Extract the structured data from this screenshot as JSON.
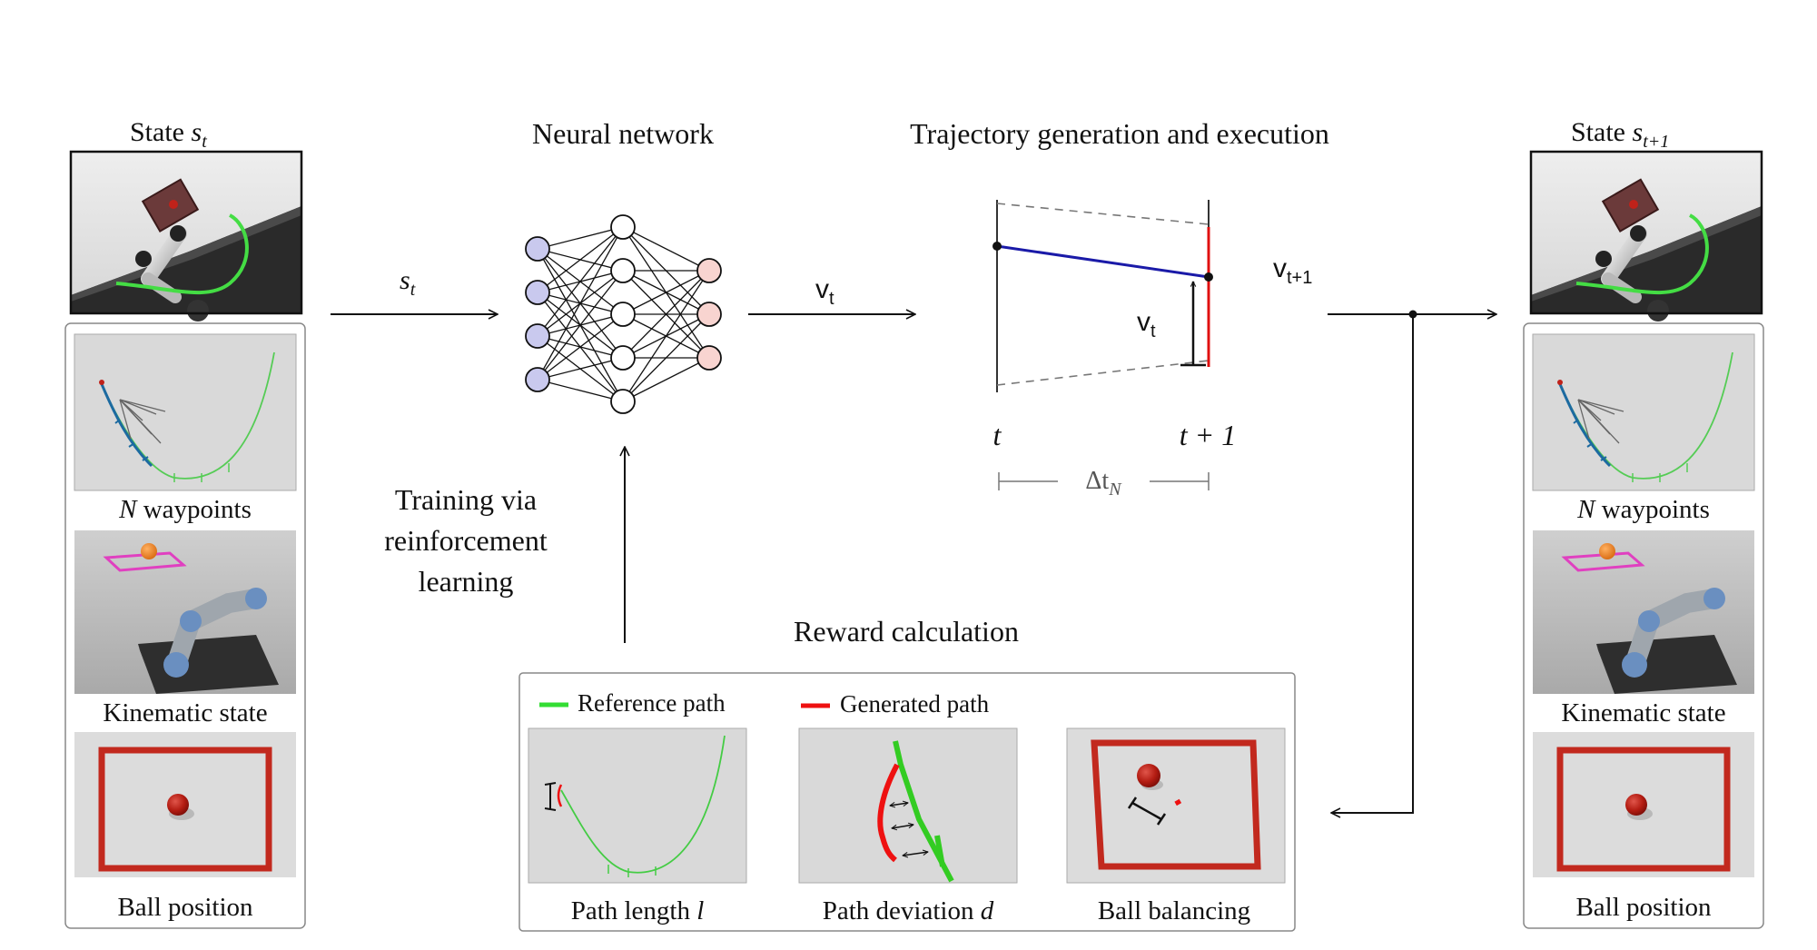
{
  "left_state": {
    "title": "State",
    "title_var": "s",
    "title_sub": "t",
    "captions": [
      "N waypoints",
      "Kinematic state",
      "Ball position"
    ],
    "caption_var": "N",
    "caption_rest": " waypoints"
  },
  "right_state": {
    "title": "State",
    "title_var": "s",
    "title_sub": "t+1",
    "captions": [
      "N waypoints",
      "Kinematic state",
      "Ball position"
    ],
    "caption_var": "N",
    "caption_rest": " waypoints"
  },
  "neural_network": {
    "title": "Neural network",
    "input_var": "s",
    "input_sub": "t",
    "output_var": "v",
    "output_sub": "t",
    "layers": [
      4,
      5,
      3
    ]
  },
  "trajectory": {
    "title": "Trajectory generation and execution",
    "label_v": "v",
    "label_v_sub": "t",
    "output_var": "v",
    "output_sub": "t+1",
    "tick_t": "t",
    "tick_t1": "t + 1",
    "delta_sym": "Δt",
    "delta_sub": "N"
  },
  "training": {
    "lines": [
      "Training via",
      "reinforcement",
      "learning"
    ]
  },
  "reward": {
    "title": "Reward calculation",
    "legend": [
      {
        "label": "Reference path",
        "color": "#33dd33"
      },
      {
        "label": "Generated path",
        "color": "#ee1111"
      }
    ],
    "panels": [
      {
        "label": "Path length ",
        "var": "l"
      },
      {
        "label": "Path deviation ",
        "var": "d"
      },
      {
        "label": "Ball balancing",
        "var": ""
      }
    ]
  },
  "colors": {
    "layer_in": "#c9c9ee",
    "layer_hidden": "#ffffff",
    "layer_out": "#f8d4d0",
    "trajectory_line": "#1a1aa8",
    "limit_line": "#e01010",
    "reference_path": "#44dd44",
    "generated_path": "#ee1111",
    "frame": "#c2291e",
    "ball": "#b01a10",
    "panel_bg": "#d9d9d9"
  }
}
